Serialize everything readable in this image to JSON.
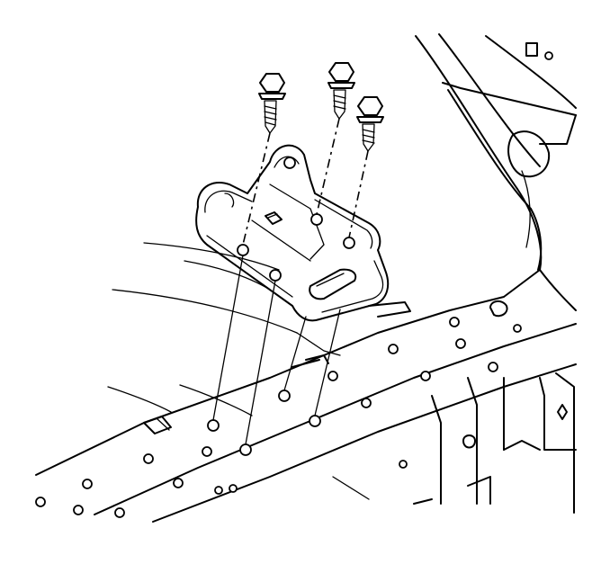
{
  "diagram": {
    "kind": "exploded-view line illustration",
    "palette": {
      "stroke": "#000000",
      "background": "#ffffff"
    },
    "parts": [
      {
        "name": "mounting-bracket",
        "count": 1
      },
      {
        "name": "bolt",
        "count": 3
      },
      {
        "name": "frame-rail",
        "count": 1
      },
      {
        "name": "side-panel",
        "count": 1
      }
    ],
    "text_labels": []
  }
}
